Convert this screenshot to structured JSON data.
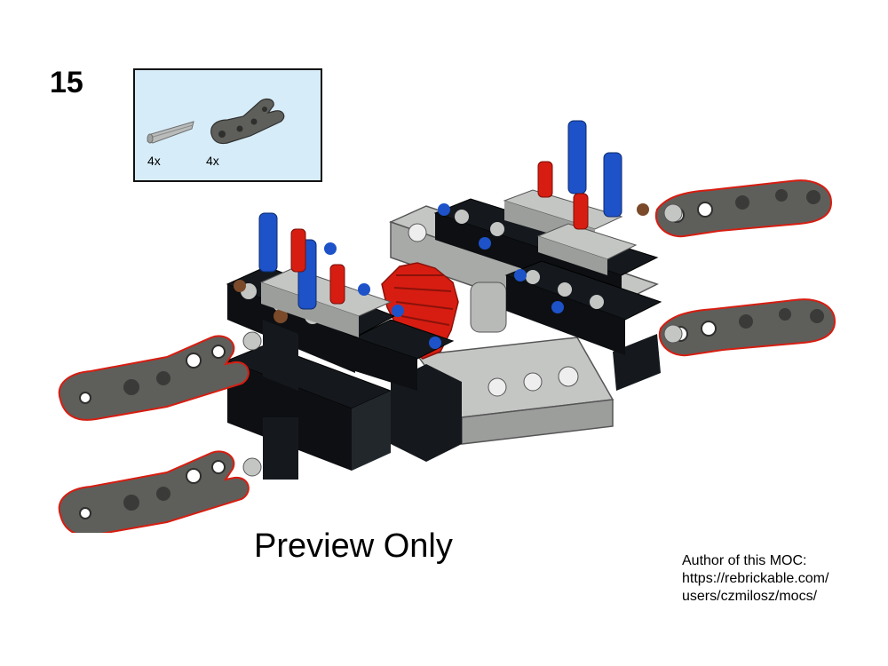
{
  "step": {
    "number": "15"
  },
  "parts_list": {
    "items": [
      {
        "part": "axle-icon",
        "quantity": "4x"
      },
      {
        "part": "liftarm-claw-icon",
        "quantity": "4x"
      }
    ]
  },
  "watermark": "Preview Only",
  "author": {
    "line1": "Author of this MOC:",
    "line2": "https://rebrickable.com/",
    "line3": "users/czmilosz/mocs/"
  },
  "colors": {
    "parts_box_background": "#d7ecf9",
    "dark_gray": "#5e5f5b",
    "black_beam": "#15191d",
    "light_gray": "#c4c6c4",
    "red": "#d71d11",
    "blue": "#1d52c8"
  }
}
